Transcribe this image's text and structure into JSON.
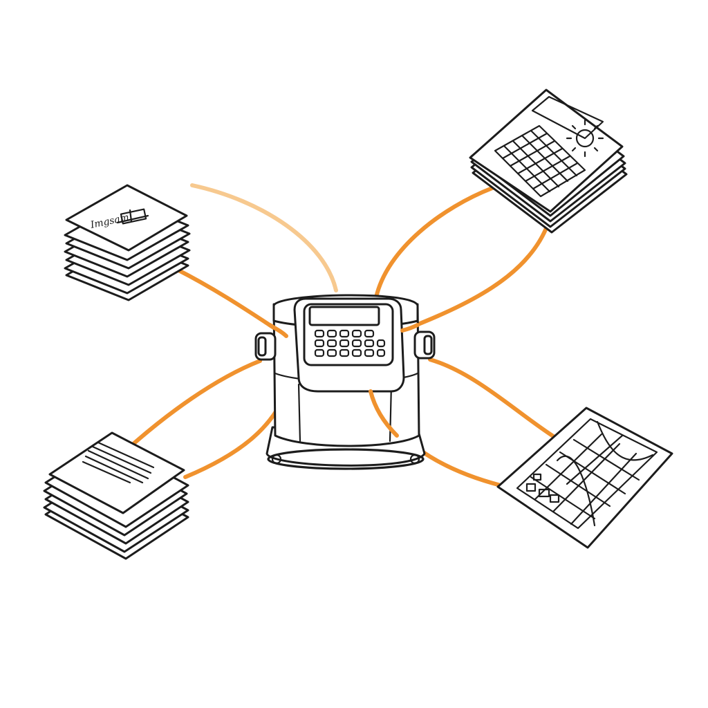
{
  "colors": {
    "background": "#ffffff",
    "ink": "#1c1c1c",
    "connector": "#f0922e",
    "connector_faded": "#f7c98f"
  },
  "hub": {
    "icon": "calculator-machine-icon"
  },
  "nodes": [
    {
      "id": "doc-stack-labeled",
      "icon": "document-stack-icon",
      "label": "Imgsam"
    },
    {
      "id": "calendar-stack",
      "icon": "calendar-sun-icon"
    },
    {
      "id": "text-doc-stack",
      "icon": "text-document-stack-icon"
    },
    {
      "id": "map-sheet",
      "icon": "map-grid-icon"
    }
  ]
}
